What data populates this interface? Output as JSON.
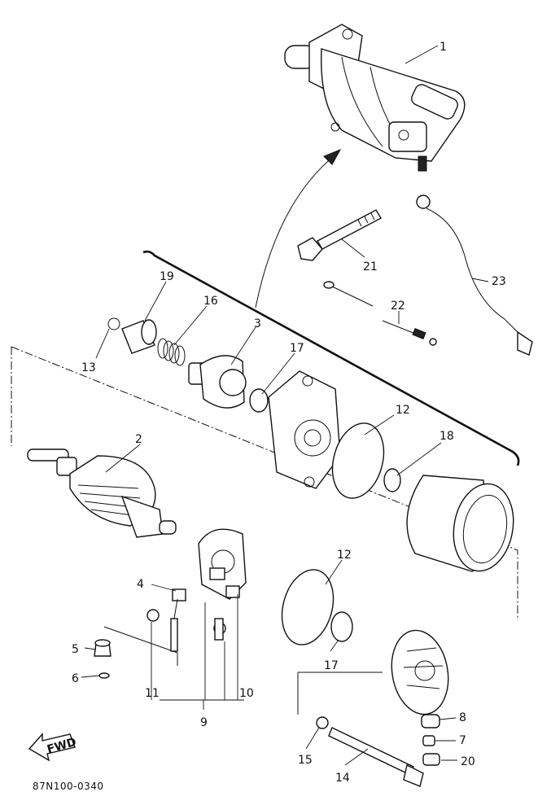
{
  "diagram": {
    "drawing_code": "87N100-0340",
    "direction_mark": "FWD",
    "callouts": [
      "1",
      "2",
      "3",
      "4",
      "5",
      "6",
      "7",
      "8",
      "9",
      "10",
      "11",
      "12",
      "12",
      "13",
      "14",
      "15",
      "16",
      "17",
      "17",
      "18",
      "19",
      "20",
      "21",
      "22",
      "23"
    ]
  }
}
